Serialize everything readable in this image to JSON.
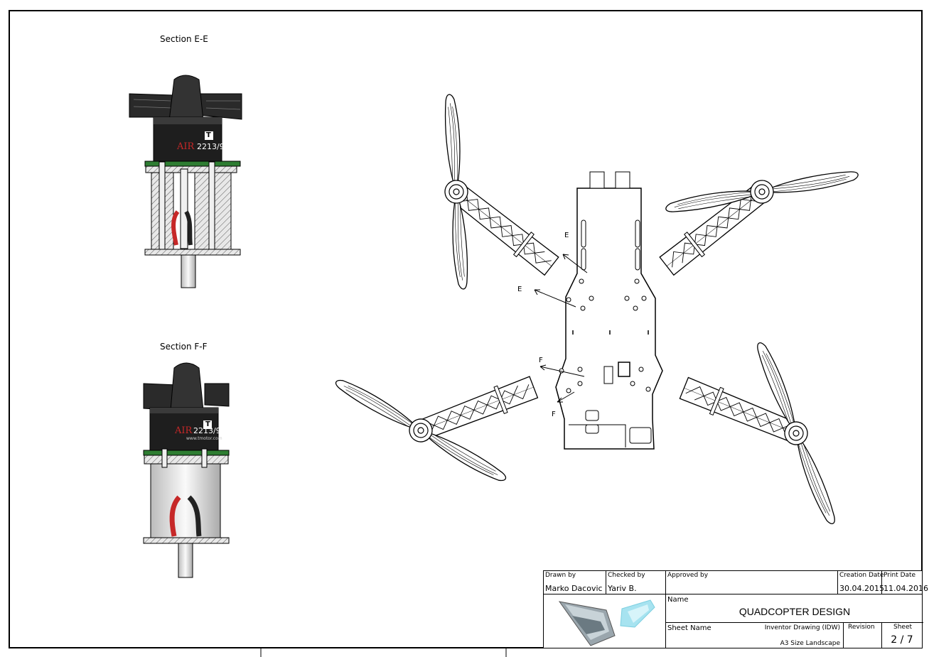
{
  "views": {
    "section_e": "Section E-E",
    "section_f": "Section F-F",
    "marker_e": "E",
    "marker_f": "F"
  },
  "motor": {
    "brand": "AIR",
    "model": "2213/9",
    "logo_letter": "T",
    "url": "www.tmotor.com"
  },
  "title_block": {
    "drawn_by_label": "Drawn by",
    "drawn_by": "Marko Dacovic",
    "checked_by_label": "Checked by",
    "checked_by": "Yariv B.",
    "approved_by_label": "Approved by",
    "approved_by": "",
    "creation_date_label": "Creation Date",
    "creation_date": "30.04.2015",
    "print_date_label": "Print Date",
    "print_date": "11.04.2016",
    "name_label": "Name",
    "name": "QUADCOPTER DESIGN",
    "sheet_name_label": "Sheet Name",
    "software": "Inventor Drawing (IDW)",
    "sheet_size": "A3 Size Landscape",
    "revision_label": "Revision",
    "revision": "",
    "sheet_label": "Sheet",
    "sheet": "2 / 7"
  },
  "colors": {
    "pcb_green": "#2e7d32",
    "wire_red": "#c62828",
    "motor_black": "#1e1e1e"
  }
}
